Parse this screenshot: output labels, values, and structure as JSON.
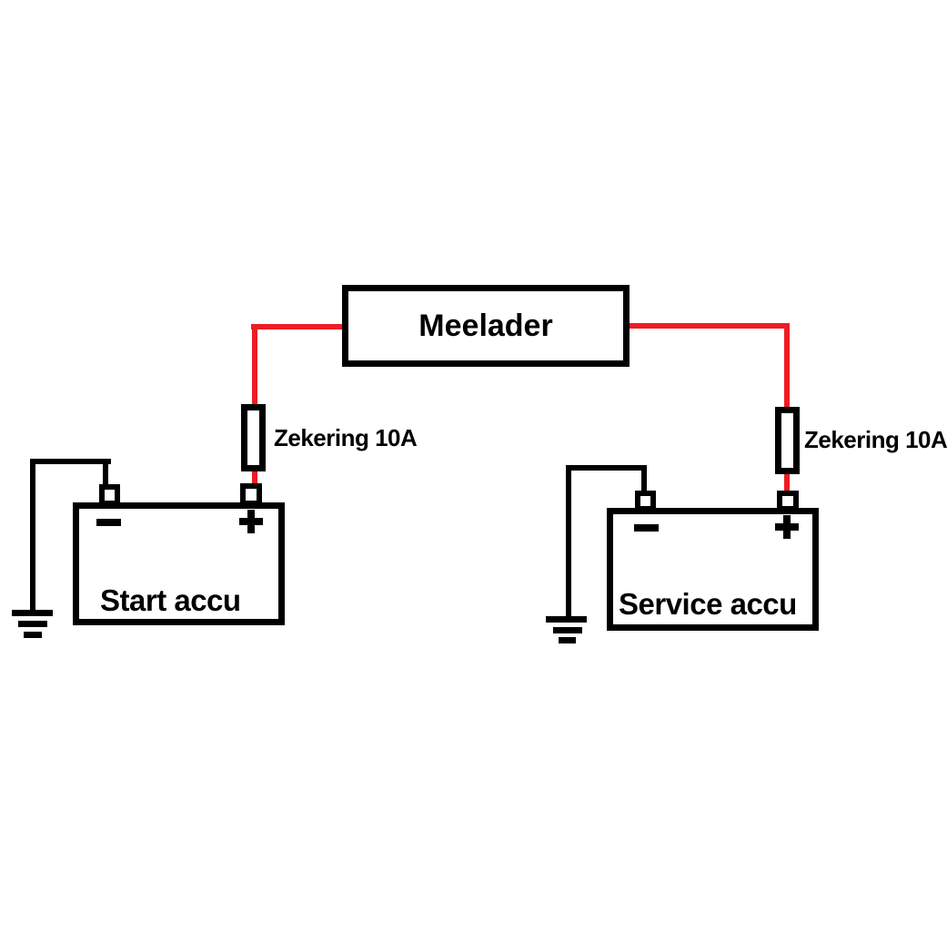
{
  "charger": {
    "label": "Meelader"
  },
  "fuses": {
    "left": {
      "label": "Zekering 10A"
    },
    "right": {
      "label": "Zekering 10A"
    }
  },
  "batteries": {
    "left": {
      "label": "Start accu",
      "negative_symbol": "−",
      "positive_symbol": "+"
    },
    "right": {
      "label": "Service accu",
      "negative_symbol": "−",
      "positive_symbol": "+"
    }
  },
  "grounds": {
    "left": "earth-ground-symbol",
    "right": "earth-ground-symbol"
  },
  "colors": {
    "positive_wire": "#ee1c23",
    "ground_wire": "#000000",
    "outline": "#000000",
    "background": "#ffffff"
  }
}
